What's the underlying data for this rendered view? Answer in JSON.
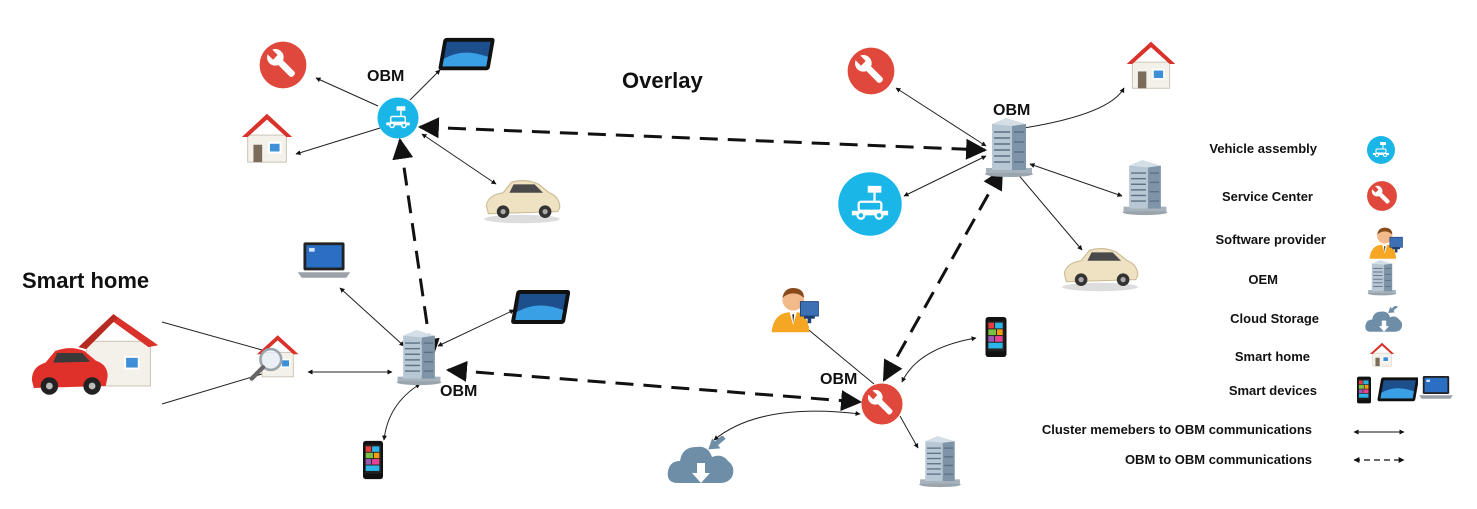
{
  "overlay_title": "Overlay",
  "smart_home_title": "Smart home",
  "obm_label": "OBM",
  "legend": {
    "items": [
      {
        "label": "Vehicle assembly",
        "icon": "vehicle-assembly-icon"
      },
      {
        "label": "Service Center",
        "icon": "wrench-icon"
      },
      {
        "label": "Software provider",
        "icon": "person-computer-icon"
      },
      {
        "label": "OEM",
        "icon": "building-icon"
      },
      {
        "label": "Cloud Storage",
        "icon": "cloud-storage-icon"
      },
      {
        "label": "Smart home",
        "icon": "house-icon"
      },
      {
        "label": "Smart devices",
        "icon": "devices-icon"
      }
    ],
    "cluster_comm": "Cluster memebers to OBM communications",
    "obm_comm": "OBM to OBM communications"
  },
  "colors": {
    "cyan": "#1ab6e8",
    "red": "#e0483b",
    "house_roof": "#d8322a",
    "building": "#8fa3b3",
    "cloud": "#6d8ea6",
    "car": "#efe2c2"
  }
}
